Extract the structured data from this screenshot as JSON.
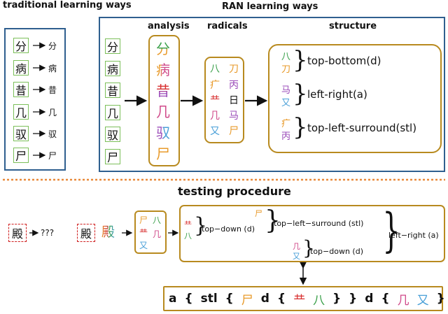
{
  "colors": {
    "blue_border": "#2f5f8f",
    "gold_border": "#b88a1f",
    "green_border": "#7cbf5a",
    "separator": "#e8893a",
    "dash_red": "#d02020",
    "green_char": "#3aa04a",
    "red_char": "#d83030",
    "orange_char": "#e89a2a",
    "blue_char": "#4aa0d8",
    "purple_char": "#9a4ab8",
    "pink_char": "#d04a8a"
  },
  "top": {
    "traditional_title": "traditional learning ways",
    "ran_title": "RAN learning ways",
    "analysis_label": "analysis",
    "radicals_label": "radicals",
    "structure_label": "structure",
    "traditional_chars": [
      "分",
      "病",
      "昔",
      "几",
      "驭",
      "尸"
    ],
    "traditional_outputs": [
      "分",
      "病",
      "昔",
      "几",
      "驭",
      "尸"
    ],
    "ran_chars": [
      "分",
      "病",
      "昔",
      "几",
      "驭",
      "尸"
    ],
    "analysis_chars": [
      "分",
      "病",
      "昔",
      "几",
      "驭",
      "尸"
    ],
    "radicals_left": [
      "八",
      "疒",
      "龷",
      "几",
      "又"
    ],
    "radicals_right": [
      "刀",
      "丙",
      "日",
      "马",
      "尸"
    ],
    "structures": [
      {
        "top": "八",
        "bottom": "刀",
        "label": "top-bottom(d)"
      },
      {
        "top": "马",
        "bottom": "又",
        "label": "left-right(a)"
      },
      {
        "top": "疒",
        "bottom": "丙",
        "label": "top-left-surround(stl)"
      }
    ]
  },
  "bottom": {
    "title": "testing procedure",
    "input_char": "殿",
    "unknown": "???",
    "analyzed_char": "殿",
    "decomposed_char": "殿",
    "radicals_left": [
      "尸",
      "龷",
      "又"
    ],
    "radicals_right": [
      "八",
      "几"
    ],
    "tree": {
      "r_shi": "尸",
      "r_gong": "龷",
      "r_ba": "八",
      "top_down_1": "top−down (d)",
      "top_left_surround": "top−left−surround (stl)",
      "r_ji": "几",
      "r_you": "又",
      "top_down_2": "top−down (d)",
      "left_right": "left−right (a)"
    },
    "sequence": [
      {
        "t": "a",
        "c": "#111111"
      },
      {
        "t": "{",
        "c": "#111111"
      },
      {
        "t": "stl",
        "c": "#111111"
      },
      {
        "t": "{",
        "c": "#111111"
      },
      {
        "t": "尸",
        "c": "#e89a2a"
      },
      {
        "t": "d",
        "c": "#111111"
      },
      {
        "t": "{",
        "c": "#111111"
      },
      {
        "t": "龷",
        "c": "#d83030"
      },
      {
        "t": "八",
        "c": "#3aa04a"
      },
      {
        "t": "}",
        "c": "#111111"
      },
      {
        "t": "}",
        "c": "#111111"
      },
      {
        "t": "d",
        "c": "#111111"
      },
      {
        "t": "{",
        "c": "#111111"
      },
      {
        "t": "几",
        "c": "#d04a8a"
      },
      {
        "t": "又",
        "c": "#4aa0d8"
      },
      {
        "t": "}",
        "c": "#111111"
      },
      {
        "t": "}",
        "c": "#111111"
      }
    ]
  }
}
